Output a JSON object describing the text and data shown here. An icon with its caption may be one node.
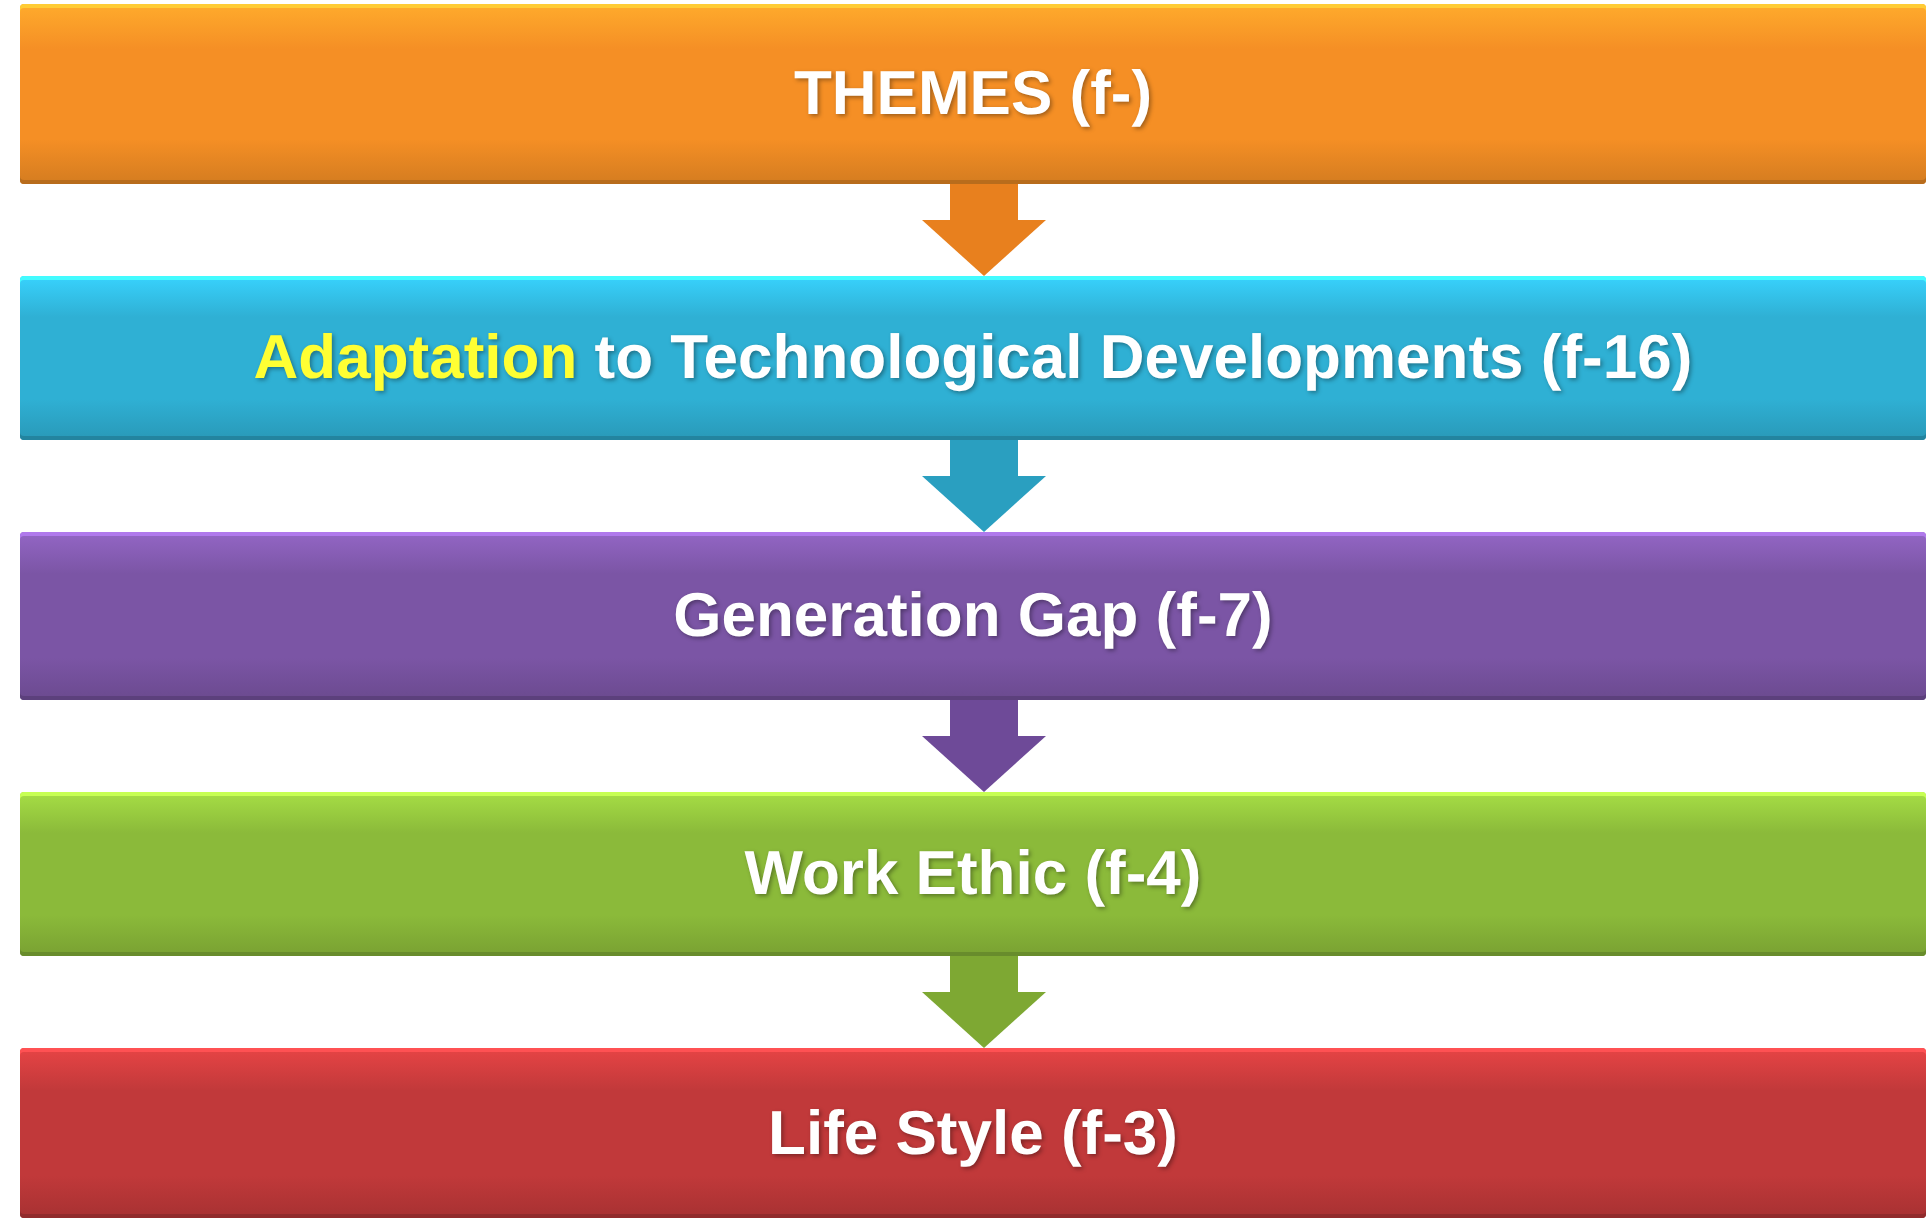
{
  "diagram": {
    "nodes": [
      {
        "text": [
          "THEMES (f-)"
        ]
      },
      {
        "text": [
          "Adaptation to Technological Developments (f-16)"
        ]
      },
      {
        "text": [
          "Generation Gap (f-7)"
        ]
      },
      {
        "text": [
          "Work Ethic (f-4)"
        ]
      },
      {
        "text": [
          "Life Style (f-3)"
        ]
      }
    ],
    "edges": [
      {
        "from": 0,
        "to": 1,
        "arrow": "to",
        "color": "#e8801e"
      },
      {
        "from": 1,
        "to": 2,
        "arrow": "to",
        "color": "#2a9fc0"
      },
      {
        "from": 2,
        "to": 3,
        "arrow": "to",
        "color": "#6e4a98"
      },
      {
        "from": 3,
        "to": 4,
        "arrow": "to",
        "color": "#7ea833"
      }
    ]
  }
}
